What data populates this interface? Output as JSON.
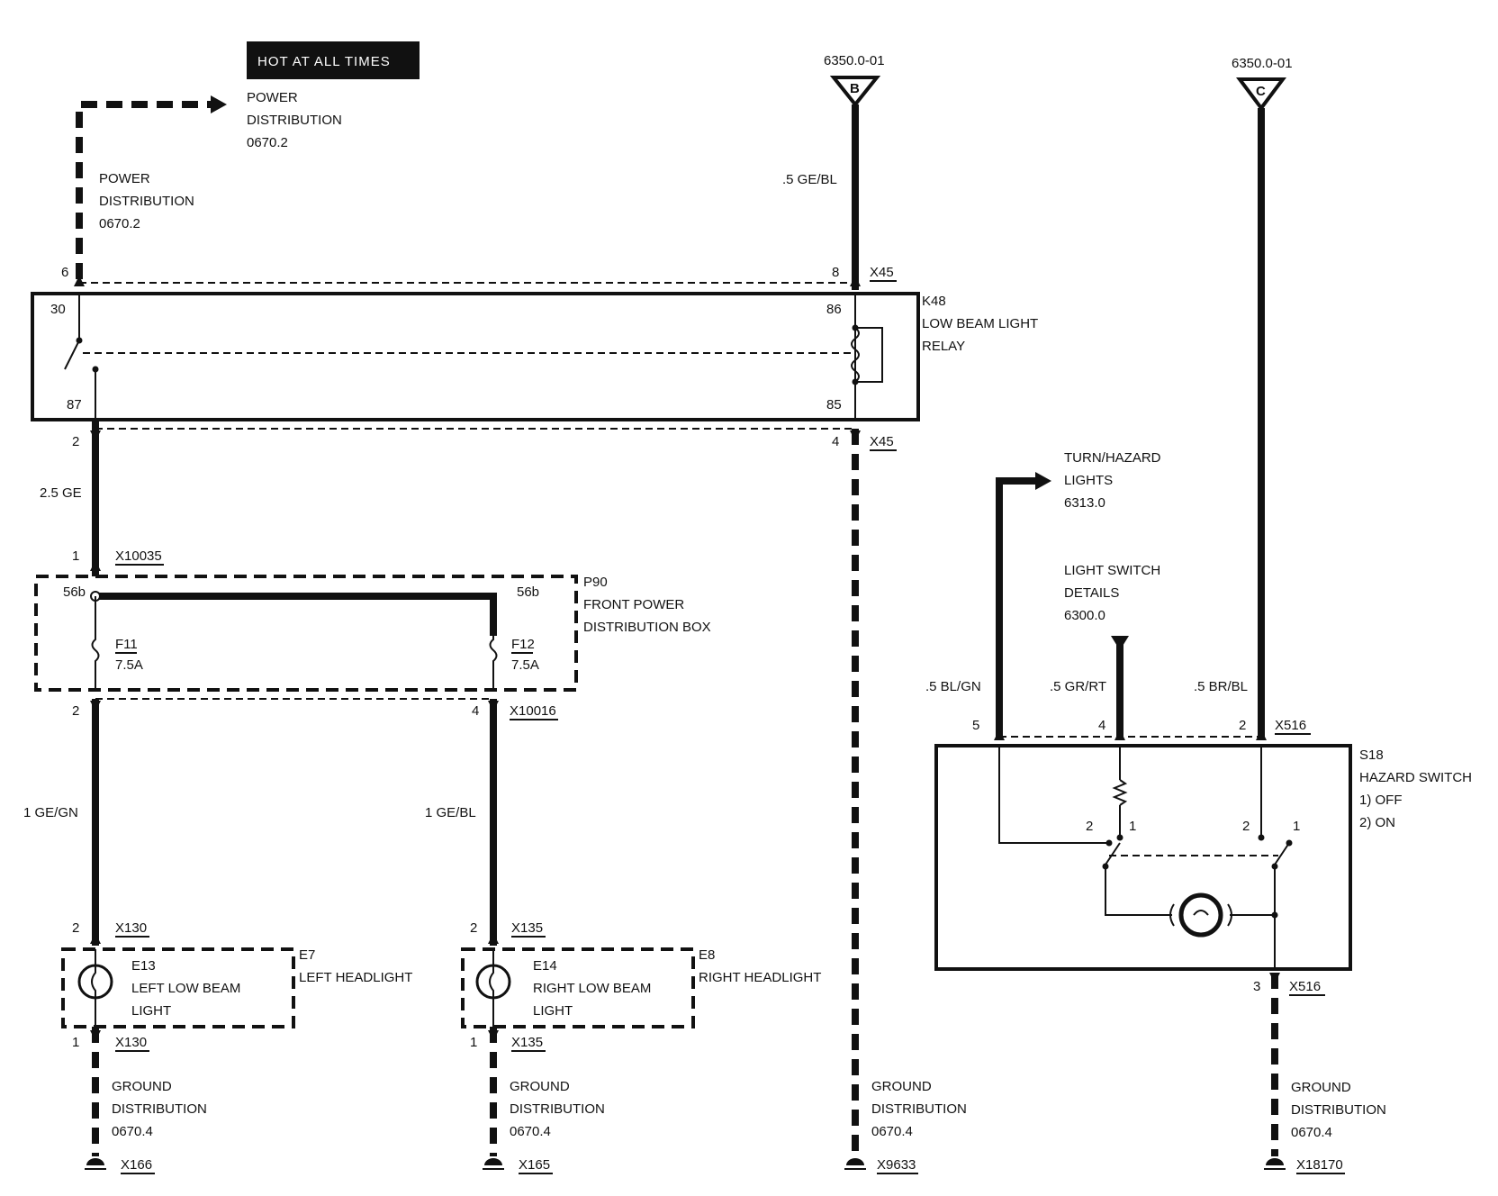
{
  "labels": {
    "hot_at_all_times": "HOT AT ALL TIMES",
    "pd1_l1": "POWER",
    "pd1_l2": "DISTRIBUTION",
    "pd1_l3": "0670.2",
    "pd2_l1": "POWER",
    "pd2_l2": "DISTRIBUTION",
    "pd2_l3": "0670.2",
    "ref_b": "6350.0-01",
    "ref_c": "6350.0-01",
    "letter_b": "B",
    "letter_c": "C",
    "wire_ge_bl_05": ".5 GE/BL",
    "wire_ge_25": "2.5 GE",
    "wire_bl_gn": ".5 BL/GN",
    "wire_gr_rt": ".5 GR/RT",
    "wire_br_bl": ".5 BR/BL",
    "wire_ge_gn_1": "1 GE/GN",
    "wire_ge_bl_1": "1 GE/BL",
    "relay_l1": "K48",
    "relay_l2": "LOW BEAM LIGHT",
    "relay_l3": "RELAY",
    "pin_30": "30",
    "pin_86": "86",
    "pin_87": "87",
    "pin_85": "85",
    "pin_6": "6",
    "pin_8": "8",
    "pin_2a": "2",
    "pin_4a": "4",
    "x45_top": "X45",
    "x45_bottom": "X45",
    "pin_1a": "1",
    "x10035": "X10035",
    "p90_l1": "P90",
    "p90_l2": "FRONT POWER",
    "p90_l3": "DISTRIBUTION BOX",
    "pin_56b_left": "56b",
    "pin_56b_right": "56b",
    "f11": "F11",
    "f11_rating": "7.5A",
    "f12": "F12",
    "f12_rating": "7.5A",
    "pin_2b": "2",
    "pin_4b": "4",
    "x10016": "X10016",
    "turn_l1": "TURN/HAZARD",
    "turn_l2": "LIGHTS",
    "turn_l3": "6313.0",
    "ls_l1": "LIGHT SWITCH",
    "ls_l2": "DETAILS",
    "ls_l3": "6300.0",
    "pin_5": "5",
    "pin_4c": "4",
    "pin_2c": "2",
    "x516_top": "X516",
    "s18_l1": "S18",
    "s18_l2": "HAZARD SWITCH",
    "s18_l3": "1)  OFF",
    "s18_l4": "2)  ON",
    "sw_2a": "2",
    "sw_1a": "1",
    "sw_2b": "2",
    "sw_1b": "1",
    "pin_3": "3",
    "x516_bottom": "X516",
    "pin_2d": "2",
    "x130_top": "X130",
    "pin_2e": "2",
    "x135_top": "X135",
    "e7_code": "E7",
    "e7_name": "LEFT HEADLIGHT",
    "e13_l1": "E13",
    "e13_l2": "LEFT LOW BEAM",
    "e13_l3": "LIGHT",
    "e8_code": "E8",
    "e8_name": "RIGHT HEADLIGHT",
    "e14_l1": "E14",
    "e14_l2": "RIGHT LOW BEAM",
    "e14_l3": "LIGHT",
    "pin_1b": "1",
    "x130_bottom": "X130",
    "pin_1c": "1",
    "x135_bottom": "X135",
    "gd1_l1": "GROUND",
    "gd1_l2": "DISTRIBUTION",
    "gd1_l3": "0670.4",
    "gd2_l1": "GROUND",
    "gd2_l2": "DISTRIBUTION",
    "gd2_l3": "0670.4",
    "gd3_l1": "GROUND",
    "gd3_l2": "DISTRIBUTION",
    "gd3_l3": "0670.4",
    "gd4_l1": "GROUND",
    "gd4_l2": "DISTRIBUTION",
    "gd4_l3": "0670.4",
    "x166": "X166",
    "x165": "X165",
    "x9633": "X9633",
    "x18170": "X18170"
  }
}
